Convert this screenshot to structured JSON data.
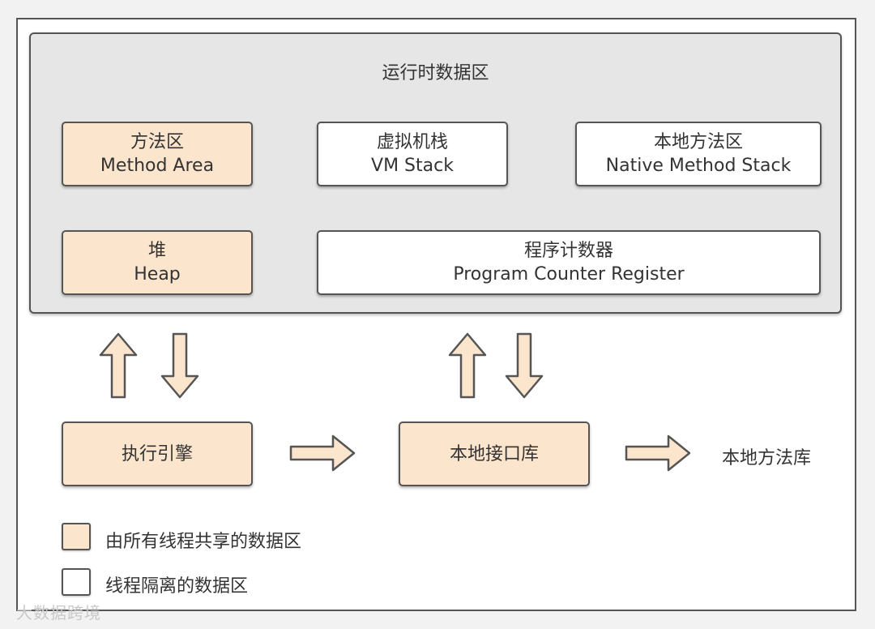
{
  "title": "运行时数据区",
  "colors": {
    "shared": "#fce5cd",
    "isolated": "#ffffff",
    "border": "#555555",
    "panel": "#e6e6e6"
  },
  "areas": {
    "method_area": {
      "cn": "方法区",
      "en": "Method Area",
      "kind": "shared"
    },
    "vm_stack": {
      "cn": "虚拟机栈",
      "en": "VM Stack",
      "kind": "isolated"
    },
    "native_stack": {
      "cn": "本地方法区",
      "en": "Native Method Stack",
      "kind": "isolated"
    },
    "heap": {
      "cn": "堆",
      "en": "Heap",
      "kind": "shared"
    },
    "pc_register": {
      "cn": "程序计数器",
      "en": "Program Counter Register",
      "kind": "isolated"
    }
  },
  "components": {
    "exec_engine": "执行引擎",
    "native_interface": "本地接口库",
    "native_library": "本地方法库"
  },
  "legend": {
    "shared": "由所有线程共享的数据区",
    "isolated": "线程隔离的数据区"
  },
  "watermark": "大数据跨境"
}
